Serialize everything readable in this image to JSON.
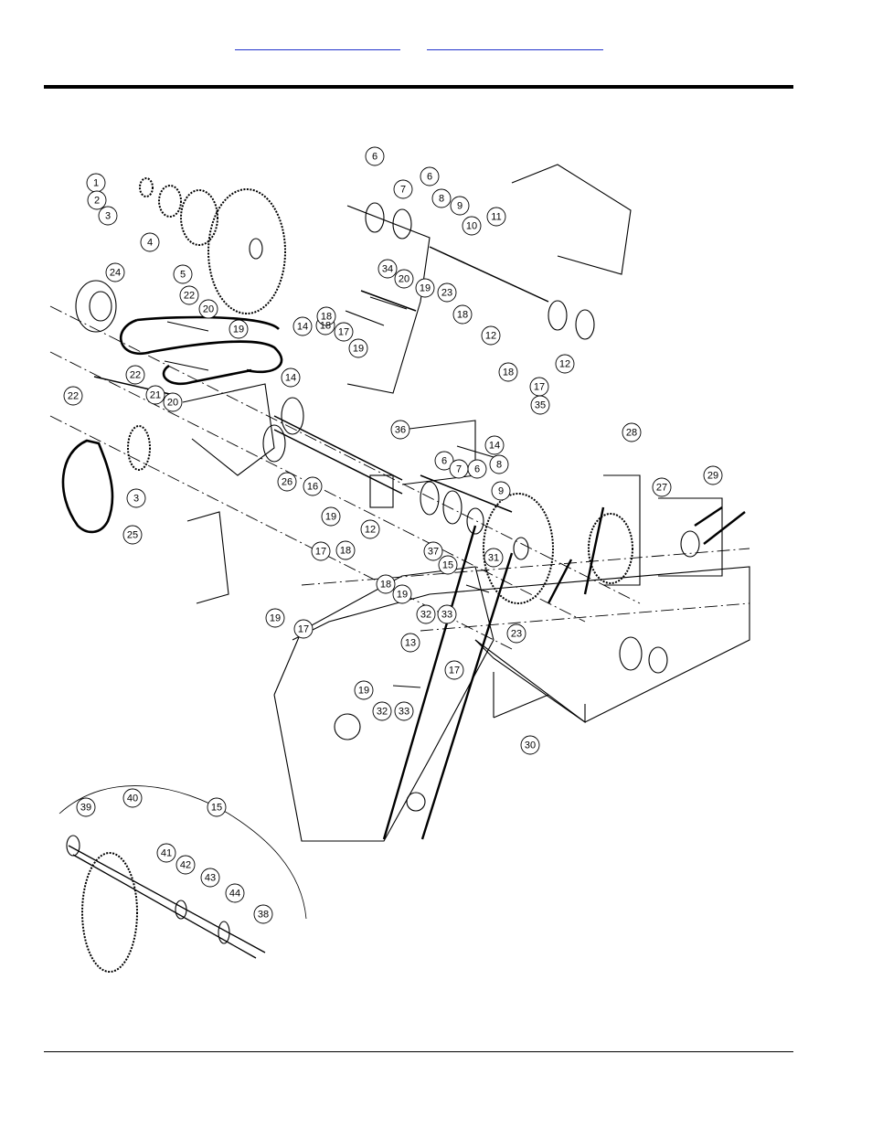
{
  "header": {
    "links": [
      "",
      ""
    ]
  },
  "diagram": {
    "callouts": [
      {
        "id": "1"
      },
      {
        "id": "2"
      },
      {
        "id": "3"
      },
      {
        "id": "4"
      },
      {
        "id": "5"
      },
      {
        "id": "6"
      },
      {
        "id": "6"
      },
      {
        "id": "6"
      },
      {
        "id": "6"
      },
      {
        "id": "7"
      },
      {
        "id": "7"
      },
      {
        "id": "8"
      },
      {
        "id": "8"
      },
      {
        "id": "9"
      },
      {
        "id": "9"
      },
      {
        "id": "10"
      },
      {
        "id": "11"
      },
      {
        "id": "12"
      },
      {
        "id": "12"
      },
      {
        "id": "12"
      },
      {
        "id": "13"
      },
      {
        "id": "14"
      },
      {
        "id": "14"
      },
      {
        "id": "14"
      },
      {
        "id": "15"
      },
      {
        "id": "15"
      },
      {
        "id": "16"
      },
      {
        "id": "17"
      },
      {
        "id": "17"
      },
      {
        "id": "17"
      },
      {
        "id": "17"
      },
      {
        "id": "17"
      },
      {
        "id": "18"
      },
      {
        "id": "18"
      },
      {
        "id": "18"
      },
      {
        "id": "18"
      },
      {
        "id": "18"
      },
      {
        "id": "18"
      },
      {
        "id": "19"
      },
      {
        "id": "19"
      },
      {
        "id": "19"
      },
      {
        "id": "19"
      },
      {
        "id": "19"
      },
      {
        "id": "19"
      },
      {
        "id": "19"
      },
      {
        "id": "20"
      },
      {
        "id": "20"
      },
      {
        "id": "20"
      },
      {
        "id": "21"
      },
      {
        "id": "22"
      },
      {
        "id": "22"
      },
      {
        "id": "22"
      },
      {
        "id": "23"
      },
      {
        "id": "23"
      },
      {
        "id": "24"
      },
      {
        "id": "25"
      },
      {
        "id": "26"
      },
      {
        "id": "27"
      },
      {
        "id": "28"
      },
      {
        "id": "29"
      },
      {
        "id": "30"
      },
      {
        "id": "31"
      },
      {
        "id": "32"
      },
      {
        "id": "32"
      },
      {
        "id": "33"
      },
      {
        "id": "33"
      },
      {
        "id": "34"
      },
      {
        "id": "35"
      },
      {
        "id": "36"
      },
      {
        "id": "37"
      },
      {
        "id": "38"
      },
      {
        "id": "39"
      },
      {
        "id": "40"
      },
      {
        "id": "41"
      },
      {
        "id": "42"
      },
      {
        "id": "43"
      },
      {
        "id": "44"
      },
      {
        "id": "3"
      }
    ]
  }
}
